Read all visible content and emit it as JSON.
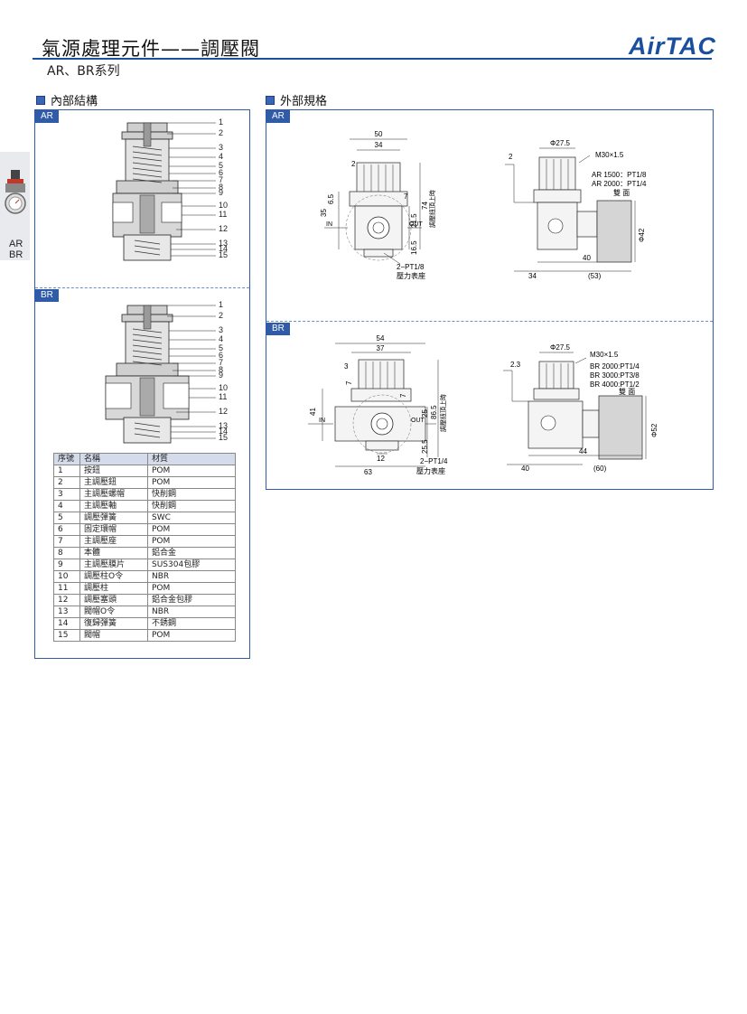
{
  "header": {
    "title": "氣源處理元件——調壓閥",
    "subtitle": "AR、BR系列",
    "brand": "AirTAC",
    "brand_color": "#1a4f9f"
  },
  "sidebar": {
    "label_line1": "AR",
    "label_line2": "BR"
  },
  "internal_section": {
    "heading": "內部結構",
    "ar_tag": "AR",
    "br_tag": "BR",
    "callouts": [
      "1",
      "2",
      "3",
      "4",
      "5",
      "6",
      "7",
      "8",
      "9",
      "10",
      "11",
      "12",
      "13",
      "14",
      "15"
    ]
  },
  "external_section": {
    "heading": "外部規格",
    "ar_tag": "AR",
    "br_tag": "BR"
  },
  "ar_front": {
    "dim_50": "50",
    "dim_34": "34",
    "dim_2": "2",
    "dim_7": "7",
    "dim_6_5": "6.5",
    "dim_35": "35",
    "dim_21_5": "21.5",
    "dim_16_5": "16.5",
    "dim_74": "74",
    "note_knob": "調壓鈕頂上時",
    "in": "IN",
    "out": "OUT",
    "port": "2−PT1/8",
    "gauge": "壓力表座"
  },
  "ar_side": {
    "phi": "Φ27.5",
    "thread": "M30×1.5",
    "ar1500": "AR 1500：PT1/8",
    "ar2000": "AR 2000：PT1/4",
    "double": "雙 面",
    "dim_2": "2",
    "phi42": "Φ42",
    "dim_40": "40",
    "dim_34": "34",
    "dim_53": "(53)"
  },
  "br_front": {
    "dim_54": "54",
    "dim_37": "37",
    "dim_3": "3",
    "dim_7a": "7",
    "dim_7b": "7",
    "dim_41": "41",
    "dim_25": "25",
    "dim_86_5": "86.5",
    "dim_25_5": "25.5",
    "note_knob": "調壓鈕頂上時",
    "dim_12": "12",
    "dim_63": "63",
    "in": "IN",
    "out": "OUT",
    "port": "2−PT1/4",
    "gauge": "壓力表座"
  },
  "br_side": {
    "phi": "Φ27.5",
    "thread": "M30×1.5",
    "br2000": "BR 2000:PT1/4",
    "br3000": "BR 3000:PT3/8",
    "br4000": "BR 4000:PT1/2",
    "double": "雙 面",
    "dim_2_3": "2.3",
    "phi52": "Φ52",
    "dim_44": "44",
    "dim_40": "40",
    "dim_60": "(60)"
  },
  "parts_table": {
    "headers": [
      "序號",
      "名稱",
      "材質"
    ],
    "rows": [
      [
        "1",
        "按鈕",
        "POM"
      ],
      [
        "2",
        "主調壓鈕",
        "POM"
      ],
      [
        "3",
        "主調壓螺帽",
        "快削鋼"
      ],
      [
        "4",
        "主調壓軸",
        "快削鋼"
      ],
      [
        "5",
        "調壓彈簧",
        "SWC"
      ],
      [
        "6",
        "固定環帽",
        "POM"
      ],
      [
        "7",
        "主調壓座",
        "POM"
      ],
      [
        "8",
        "本體",
        "鋁合金"
      ],
      [
        "9",
        "主調壓膜片",
        "SUS304包膠"
      ],
      [
        "10",
        "調壓柱O令",
        "NBR"
      ],
      [
        "11",
        "調壓柱",
        "POM"
      ],
      [
        "12",
        "調壓塞頭",
        "鋁合金包膠"
      ],
      [
        "13",
        "閥帽O令",
        "NBR"
      ],
      [
        "14",
        "復歸彈簧",
        "不銹鋼"
      ],
      [
        "15",
        "閥帽",
        "POM"
      ]
    ]
  }
}
